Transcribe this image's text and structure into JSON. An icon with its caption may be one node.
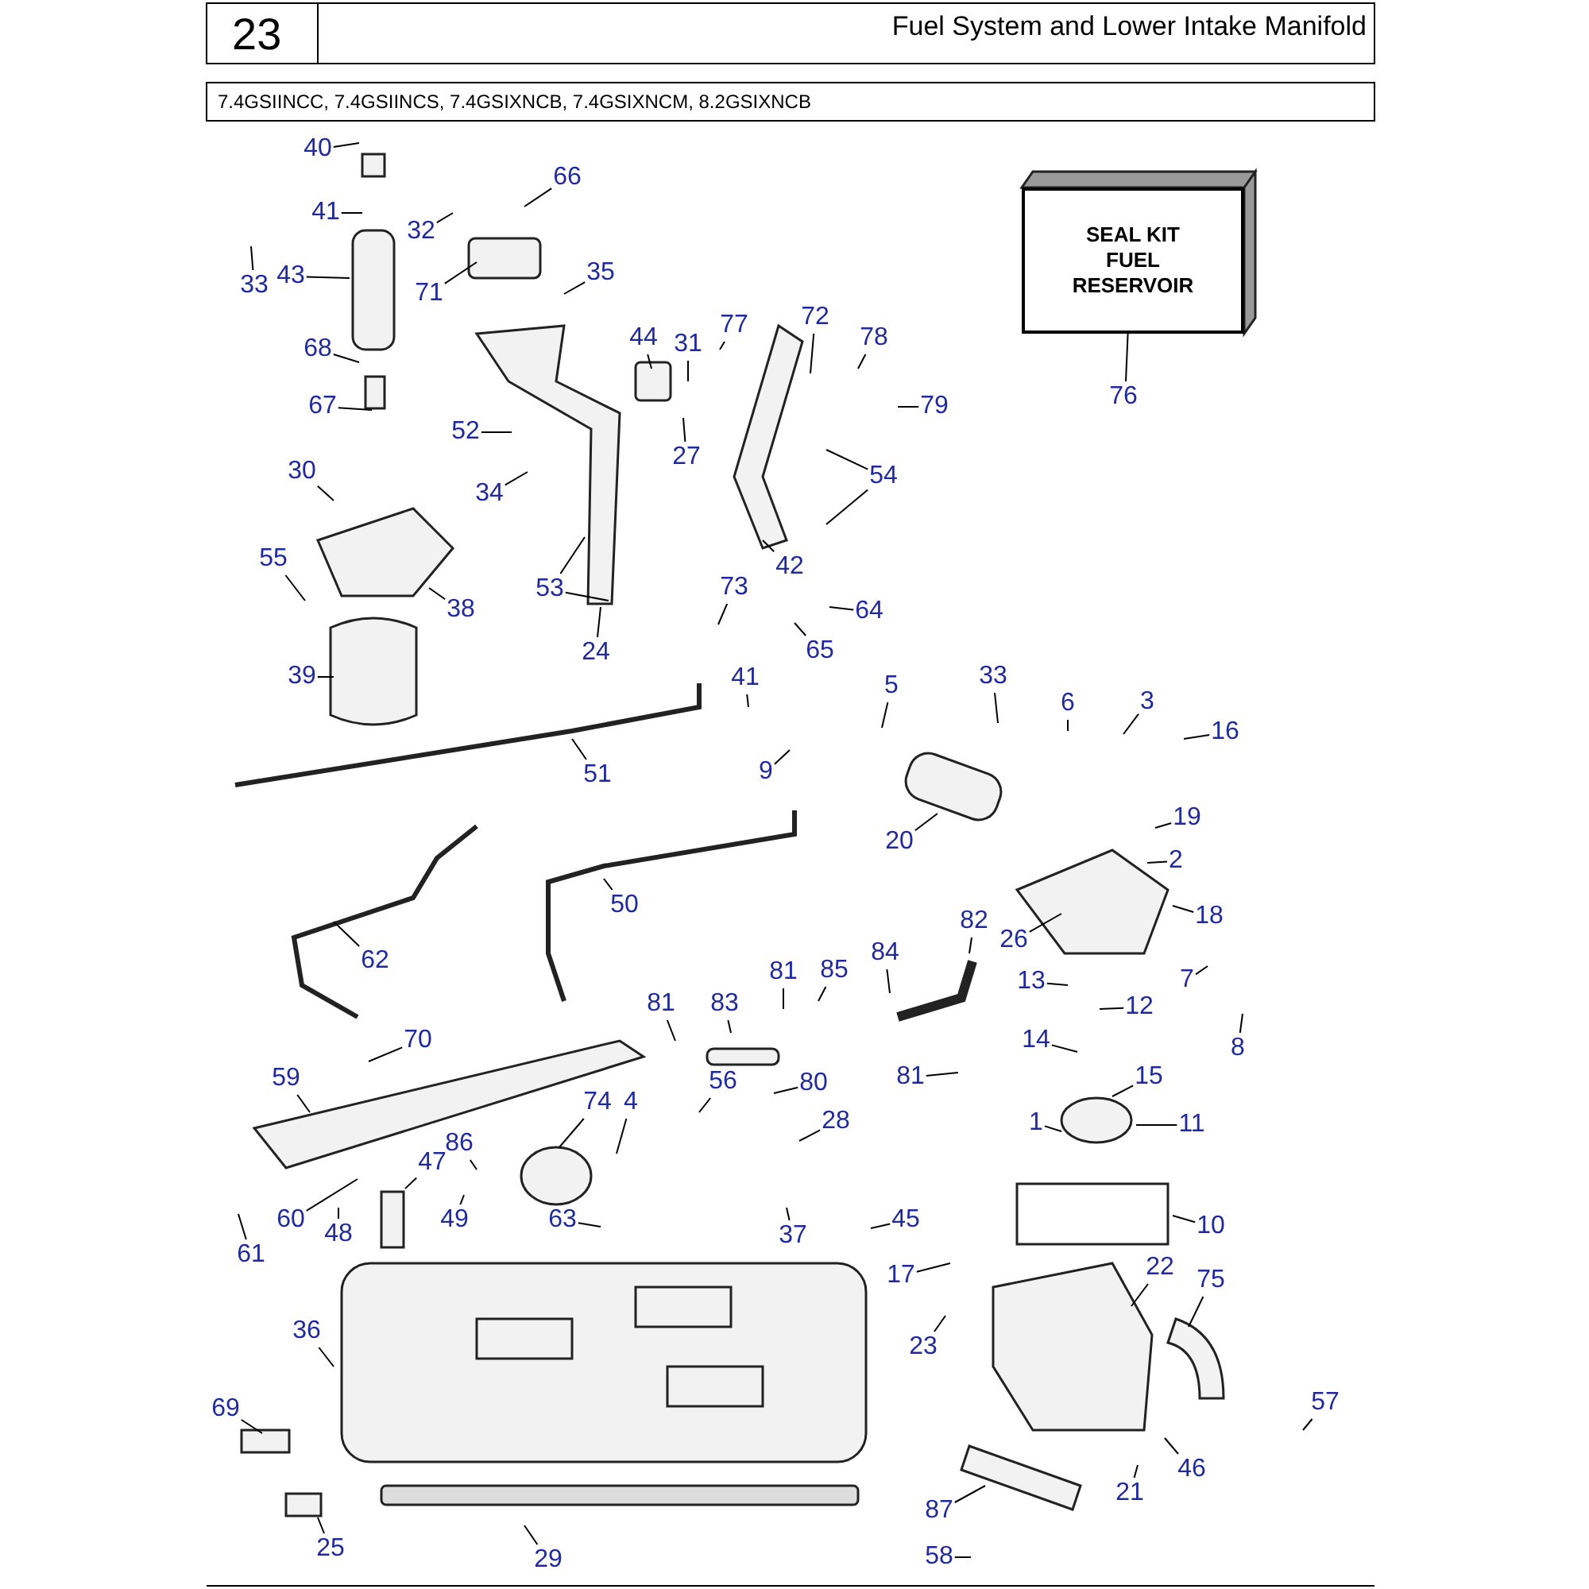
{
  "diagram": {
    "title": "Fuel System and Lower Intake Manifold",
    "labels": [
      "23",
      "7.4GSIINCC, 7.4GSIINCS, 7.4GSIXNCB, 7.4GSIXNCM, 8.2GSIXNCB"
    ],
    "nodes": [
      {
        "text": [
          "SEAL KIT FUEL RESERVOIR"
        ]
      },
      {
        "text": [
          "40"
        ]
      },
      {
        "text": [
          "66"
        ]
      },
      {
        "text": [
          "41"
        ]
      },
      {
        "text": [
          "32"
        ]
      },
      {
        "text": [
          "33"
        ]
      },
      {
        "text": [
          "43"
        ]
      },
      {
        "text": [
          "35"
        ]
      },
      {
        "text": [
          "71"
        ]
      },
      {
        "text": [
          "77"
        ]
      },
      {
        "text": [
          "72"
        ]
      },
      {
        "text": [
          "44"
        ]
      },
      {
        "text": [
          "31"
        ]
      },
      {
        "text": [
          "78"
        ]
      },
      {
        "text": [
          "68"
        ]
      },
      {
        "text": [
          "67"
        ]
      },
      {
        "text": [
          "79"
        ]
      },
      {
        "text": [
          "52"
        ]
      },
      {
        "text": [
          "27"
        ]
      },
      {
        "text": [
          "54"
        ]
      },
      {
        "text": [
          "30"
        ]
      },
      {
        "text": [
          "34"
        ]
      },
      {
        "text": [
          "55"
        ]
      },
      {
        "text": [
          "42"
        ]
      },
      {
        "text": [
          "53"
        ]
      },
      {
        "text": [
          "73"
        ]
      },
      {
        "text": [
          "64"
        ]
      },
      {
        "text": [
          "38"
        ]
      },
      {
        "text": [
          "24"
        ]
      },
      {
        "text": [
          "65"
        ]
      },
      {
        "text": [
          "39"
        ]
      },
      {
        "text": [
          "33"
        ]
      },
      {
        "text": [
          "41"
        ]
      },
      {
        "text": [
          "5"
        ]
      },
      {
        "text": [
          "6"
        ]
      },
      {
        "text": [
          "3"
        ]
      },
      {
        "text": [
          "16"
        ]
      },
      {
        "text": [
          "9"
        ]
      },
      {
        "text": [
          "51"
        ]
      },
      {
        "text": [
          "19"
        ]
      },
      {
        "text": [
          "20"
        ]
      },
      {
        "text": [
          "2"
        ]
      },
      {
        "text": [
          "26"
        ]
      },
      {
        "text": [
          "18"
        ]
      },
      {
        "text": [
          "50"
        ]
      },
      {
        "text": [
          "82"
        ]
      },
      {
        "text": [
          "62"
        ]
      },
      {
        "text": [
          "84"
        ]
      },
      {
        "text": [
          "85"
        ]
      },
      {
        "text": [
          "81"
        ]
      },
      {
        "text": [
          "83"
        ]
      },
      {
        "text": [
          "81"
        ]
      },
      {
        "text": [
          "13"
        ]
      },
      {
        "text": [
          "7"
        ]
      },
      {
        "text": [
          "12"
        ]
      },
      {
        "text": [
          "8"
        ]
      },
      {
        "text": [
          "70"
        ]
      },
      {
        "text": [
          "14"
        ]
      },
      {
        "text": [
          "81"
        ]
      },
      {
        "text": [
          "59"
        ]
      },
      {
        "text": [
          "80"
        ]
      },
      {
        "text": [
          "56"
        ]
      },
      {
        "text": [
          "15"
        ]
      },
      {
        "text": [
          "74"
        ]
      },
      {
        "text": [
          "4"
        ]
      },
      {
        "text": [
          "28"
        ]
      },
      {
        "text": [
          "1"
        ]
      },
      {
        "text": [
          "11"
        ]
      },
      {
        "text": [
          "86"
        ]
      },
      {
        "text": [
          "47"
        ]
      },
      {
        "text": [
          "49"
        ]
      },
      {
        "text": [
          "63"
        ]
      },
      {
        "text": [
          "60"
        ]
      },
      {
        "text": [
          "48"
        ]
      },
      {
        "text": [
          "37"
        ]
      },
      {
        "text": [
          "45"
        ]
      },
      {
        "text": [
          "10"
        ]
      },
      {
        "text": [
          "61"
        ]
      },
      {
        "text": [
          "17"
        ]
      },
      {
        "text": [
          "22"
        ]
      },
      {
        "text": [
          "75"
        ]
      },
      {
        "text": [
          "36"
        ]
      },
      {
        "text": [
          "23"
        ]
      },
      {
        "text": [
          "69"
        ]
      },
      {
        "text": [
          "57"
        ]
      },
      {
        "text": [
          "46"
        ]
      },
      {
        "text": [
          "21"
        ]
      },
      {
        "text": [
          "87"
        ]
      },
      {
        "text": [
          "25"
        ]
      },
      {
        "text": [
          "58"
        ]
      },
      {
        "text": [
          "29"
        ]
      },
      {
        "text": [
          "76"
        ]
      }
    ],
    "edges": [
      {
        "from": 1,
        "to": null,
        "arrow": "none"
      },
      {
        "from": 2,
        "to": null,
        "arrow": "none"
      },
      {
        "from": 3,
        "to": null,
        "arrow": "none"
      },
      {
        "from": 4,
        "to": null,
        "arrow": "none"
      },
      {
        "from": 5,
        "to": null,
        "arrow": "none"
      },
      {
        "from": 6,
        "to": null,
        "arrow": "none"
      },
      {
        "from": 7,
        "to": null,
        "arrow": "none"
      },
      {
        "from": 8,
        "to": null,
        "arrow": "none"
      },
      {
        "from": 9,
        "to": null,
        "arrow": "none"
      },
      {
        "from": 10,
        "to": null,
        "arrow": "none"
      },
      {
        "from": 11,
        "to": null,
        "arrow": "none"
      },
      {
        "from": 12,
        "to": null,
        "arrow": "none"
      },
      {
        "from": 13,
        "to": null,
        "arrow": "none"
      },
      {
        "from": 14,
        "to": null,
        "arrow": "none"
      },
      {
        "from": 15,
        "to": null,
        "arrow": "none"
      },
      {
        "from": 16,
        "to": null,
        "arrow": "none"
      },
      {
        "from": 17,
        "to": null,
        "arrow": "none"
      },
      {
        "from": 18,
        "to": null,
        "arrow": "none"
      },
      {
        "from": 19,
        "to": null,
        "arrow": "none"
      },
      {
        "from": 19,
        "to": null,
        "arrow": "none"
      },
      {
        "from": 20,
        "to": null,
        "arrow": "none"
      },
      {
        "from": 21,
        "to": null,
        "arrow": "none"
      },
      {
        "from": 22,
        "to": null,
        "arrow": "none"
      },
      {
        "from": 23,
        "to": null,
        "arrow": "none"
      },
      {
        "from": 24,
        "to": null,
        "arrow": "none"
      },
      {
        "from": 24,
        "to": null,
        "arrow": "none"
      },
      {
        "from": 25,
        "to": null,
        "arrow": "none"
      },
      {
        "from": 26,
        "to": null,
        "arrow": "none"
      },
      {
        "from": 27,
        "to": null,
        "arrow": "none"
      },
      {
        "from": 28,
        "to": null,
        "arrow": "none"
      },
      {
        "from": 29,
        "to": null,
        "arrow": "none"
      },
      {
        "from": 30,
        "to": null,
        "arrow": "none"
      },
      {
        "from": 31,
        "to": null,
        "arrow": "none"
      },
      {
        "from": 32,
        "to": null,
        "arrow": "none"
      },
      {
        "from": 33,
        "to": null,
        "arrow": "none"
      },
      {
        "from": 34,
        "to": null,
        "arrow": "none"
      },
      {
        "from": 35,
        "to": null,
        "arrow": "none"
      },
      {
        "from": 36,
        "to": null,
        "arrow": "none"
      },
      {
        "from": 37,
        "to": null,
        "arrow": "none"
      },
      {
        "from": 38,
        "to": null,
        "arrow": "none"
      },
      {
        "from": 39,
        "to": null,
        "arrow": "none"
      },
      {
        "from": 40,
        "to": null,
        "arrow": "none"
      },
      {
        "from": 41,
        "to": null,
        "arrow": "none"
      },
      {
        "from": 42,
        "to": null,
        "arrow": "none"
      },
      {
        "from": 43,
        "to": null,
        "arrow": "none"
      },
      {
        "from": 44,
        "to": null,
        "arrow": "none"
      },
      {
        "from": 45,
        "to": null,
        "arrow": "none"
      },
      {
        "from": 46,
        "to": null,
        "arrow": "none"
      },
      {
        "from": 47,
        "to": null,
        "arrow": "none"
      },
      {
        "from": 48,
        "to": null,
        "arrow": "none"
      },
      {
        "from": 49,
        "to": null,
        "arrow": "none"
      },
      {
        "from": 50,
        "to": null,
        "arrow": "none"
      },
      {
        "from": 51,
        "to": null,
        "arrow": "none"
      },
      {
        "from": 52,
        "to": null,
        "arrow": "none"
      },
      {
        "from": 53,
        "to": null,
        "arrow": "none"
      },
      {
        "from": 54,
        "to": null,
        "arrow": "none"
      },
      {
        "from": 55,
        "to": null,
        "arrow": "none"
      },
      {
        "from": 56,
        "to": null,
        "arrow": "none"
      },
      {
        "from": 57,
        "to": null,
        "arrow": "none"
      },
      {
        "from": 58,
        "to": null,
        "arrow": "none"
      },
      {
        "from": 59,
        "to": null,
        "arrow": "none"
      },
      {
        "from": 60,
        "to": null,
        "arrow": "none"
      },
      {
        "from": 61,
        "to": null,
        "arrow": "none"
      },
      {
        "from": 62,
        "to": null,
        "arrow": "none"
      },
      {
        "from": 63,
        "to": null,
        "arrow": "none"
      },
      {
        "from": 64,
        "to": null,
        "arrow": "none"
      },
      {
        "from": 65,
        "to": null,
        "arrow": "none"
      },
      {
        "from": 66,
        "to": null,
        "arrow": "none"
      },
      {
        "from": 67,
        "to": null,
        "arrow": "none"
      },
      {
        "from": 68,
        "to": null,
        "arrow": "none"
      },
      {
        "from": 69,
        "to": null,
        "arrow": "none"
      },
      {
        "from": 70,
        "to": null,
        "arrow": "none"
      },
      {
        "from": 71,
        "to": null,
        "arrow": "none"
      },
      {
        "from": 72,
        "to": null,
        "arrow": "none"
      },
      {
        "from": 73,
        "to": null,
        "arrow": "none"
      },
      {
        "from": 74,
        "to": null,
        "arrow": "none"
      },
      {
        "from": 75,
        "to": null,
        "arrow": "none"
      },
      {
        "from": 76,
        "to": null,
        "arrow": "none"
      },
      {
        "from": 77,
        "to": null,
        "arrow": "none"
      },
      {
        "from": 78,
        "to": null,
        "arrow": "none"
      },
      {
        "from": 79,
        "to": null,
        "arrow": "none"
      },
      {
        "from": 80,
        "to": null,
        "arrow": "none"
      },
      {
        "from": 81,
        "to": null,
        "arrow": "none"
      },
      {
        "from": 82,
        "to": null,
        "arrow": "none"
      },
      {
        "from": 83,
        "to": null,
        "arrow": "none"
      },
      {
        "from": 84,
        "to": null,
        "arrow": "none"
      },
      {
        "from": 85,
        "to": null,
        "arrow": "none"
      },
      {
        "from": 86,
        "to": null,
        "arrow": "none"
      },
      {
        "from": 87,
        "to": null,
        "arrow": "none"
      },
      {
        "from": 88,
        "to": null,
        "arrow": "none"
      },
      {
        "from": 89,
        "to": null,
        "arrow": "none"
      },
      {
        "from": 90,
        "to": null,
        "arrow": "none"
      },
      {
        "from": 91,
        "to": 0,
        "arrow": "none"
      }
    ]
  }
}
